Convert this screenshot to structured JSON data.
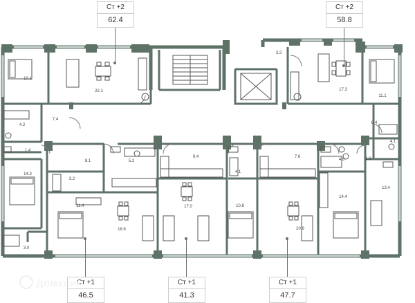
{
  "apartments_top": [
    {
      "type": "Ст +2",
      "area": "62.4"
    },
    {
      "type": "Ст +2",
      "area": "58.8"
    }
  ],
  "apartments_bottom": [
    {
      "type": "Ст +1",
      "area": "46.5"
    },
    {
      "type": "Ст +1",
      "area": "41.3"
    },
    {
      "type": "Ст +1",
      "area": "47.7"
    }
  ],
  "room_areas": [
    "10.1",
    "22.1",
    "3.2",
    "17.3",
    "11.1",
    "4.2",
    "7.4",
    "8.4",
    "4.1",
    "1.4",
    "8.1",
    "5.2",
    "9.4",
    "4.1",
    "7.6",
    "4.8",
    "1.3",
    "14.3",
    "3.2",
    "11.4",
    "18.6",
    "17.0",
    "10.8",
    "20.9",
    "14.4",
    "13.4",
    "3.0"
  ],
  "colors": {
    "wall": "#5f7268",
    "wall_light": "#9aa7a0",
    "furniture": "#555555",
    "label_border": "#c9cfcc"
  },
  "watermark": "Домклик"
}
